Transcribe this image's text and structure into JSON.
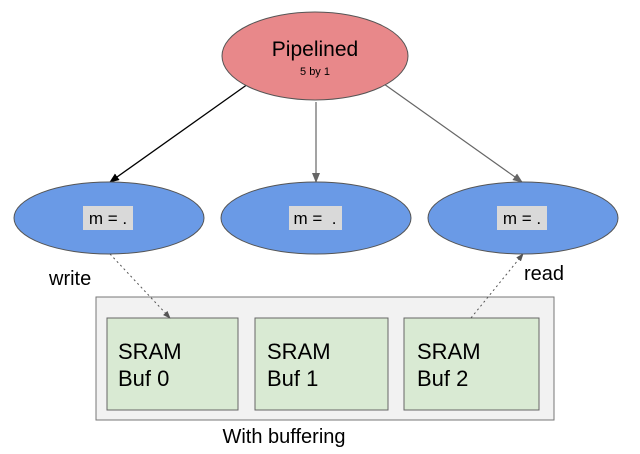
{
  "root": {
    "title": "Pipelined",
    "subtitle": "5 by 1"
  },
  "nodes": [
    {
      "label": "m = ."
    },
    {
      "label": "m =  ."
    },
    {
      "label": "m = ."
    }
  ],
  "labels": {
    "write": "write",
    "read": "read"
  },
  "buffers": [
    {
      "line1": "SRAM",
      "line2": "Buf 0"
    },
    {
      "line1": "SRAM",
      "line2": "Buf 1"
    },
    {
      "line1": "SRAM",
      "line2": "Buf 2"
    }
  ],
  "container_caption": "With buffering",
  "colors": {
    "root_fill": "#e8888a",
    "node_fill": "#6a9ae6",
    "node_label_bg": "#d9d9d9",
    "buffer_fill": "#d9ead3",
    "container_fill": "#f2f2f2",
    "arrow_dark": "#000000",
    "arrow_gray": "#666666"
  }
}
